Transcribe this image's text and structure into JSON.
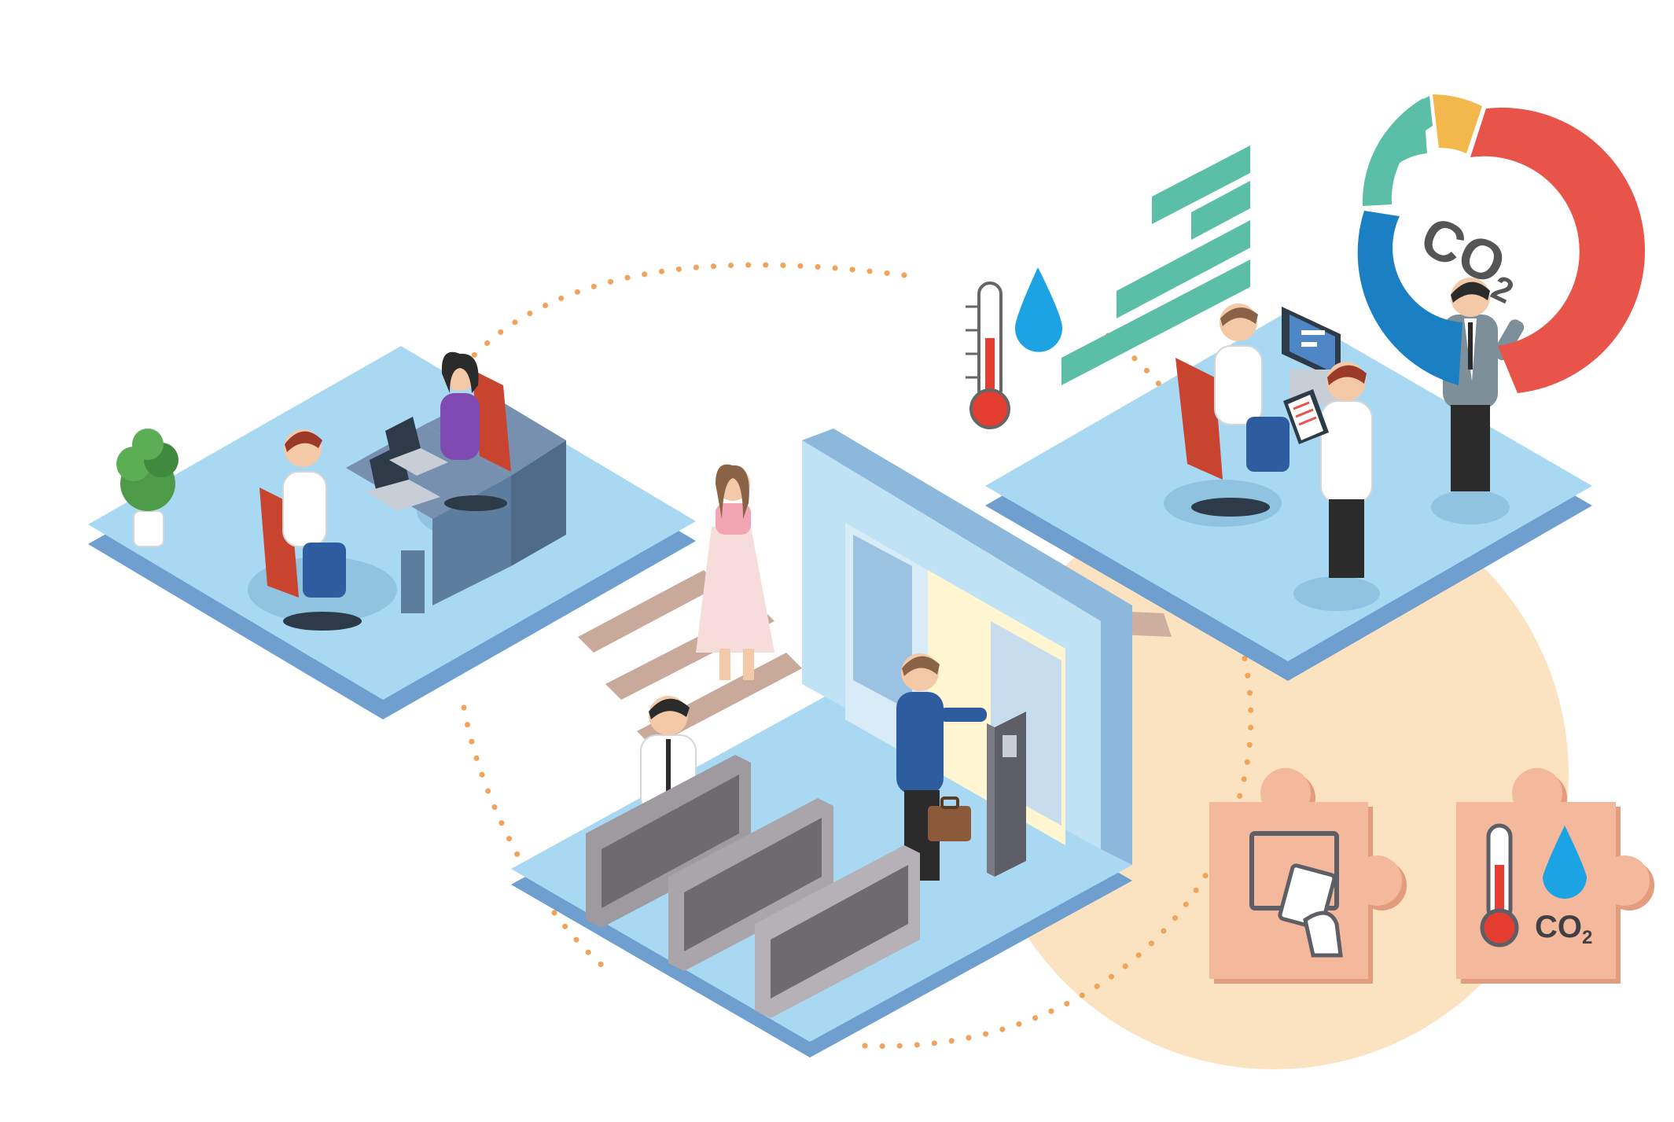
{
  "gauge": {
    "label_main": "CO",
    "label_sub": "2",
    "segments": [
      {
        "name": "green",
        "color": "#5bbfa8"
      },
      {
        "name": "yellow",
        "color": "#f2b84b"
      },
      {
        "name": "red",
        "color": "#e8534a"
      },
      {
        "name": "blue",
        "color": "#1b7fc4"
      }
    ]
  },
  "puzzle_sensor": {
    "label_main": "CO",
    "label_sub": "2"
  },
  "colors": {
    "platform_top": "#a9d9f2",
    "platform_side": "#6e9fcf",
    "puzzle": "#f4b89c",
    "puzzle_shadow": "#e49c7f",
    "orange_blob": "#fbe2c0",
    "dots": "#f0a35a",
    "bars": "#5bbfa8",
    "chair": "#c9442f",
    "desk": "#5d7d9e",
    "gate": "#9e9aa0"
  },
  "icons": [
    "plant-icon",
    "laptop-icon",
    "thermometer-icon",
    "water-drop-icon",
    "monitor-icon",
    "tablet-icon",
    "briefcase-icon",
    "card-reader-icon",
    "card-tap-icon",
    "turnstile-gate-icon"
  ]
}
